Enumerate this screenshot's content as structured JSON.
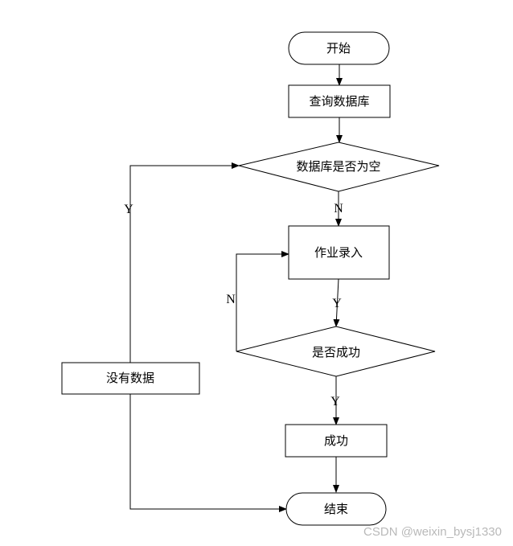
{
  "nodes": {
    "start": "开始",
    "query": "查询数据库",
    "db_empty": "数据库是否为空",
    "input": "作业录入",
    "success_check": "是否成功",
    "success": "成功",
    "no_data": "没有数据",
    "end": "结束"
  },
  "edge_labels": {
    "db_empty_no": "N",
    "db_empty_yes": "Y",
    "input_to_check": "Y",
    "check_no": "N",
    "check_yes": "Y"
  },
  "watermark": "CSDN @weixin_bysj1330"
}
